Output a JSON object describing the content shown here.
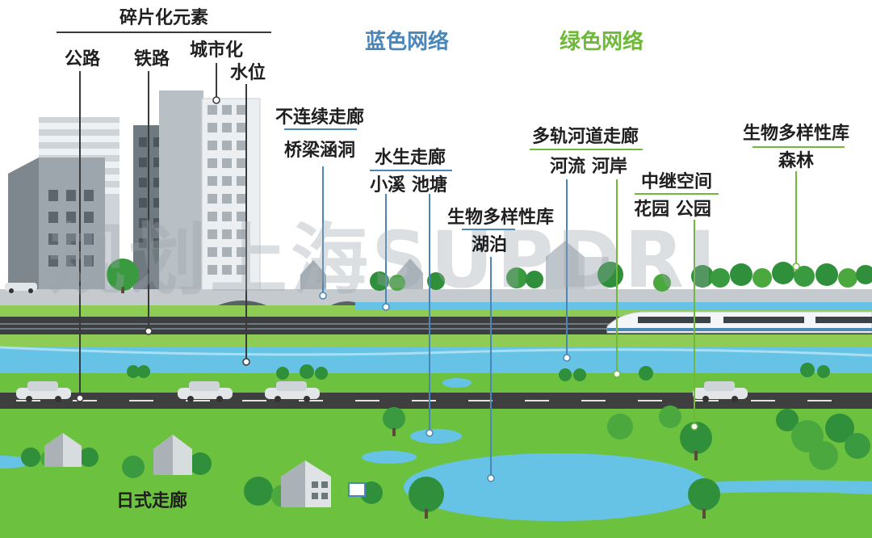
{
  "header": {
    "fragmented": "碎片化元素",
    "blue_network": "蓝色网络",
    "green_network": "绿色网络"
  },
  "fragment_labels": {
    "road": "公路",
    "railway": "铁路",
    "urbanization": "城市化",
    "water_level": "水位"
  },
  "blue_labels": {
    "discontinuous_corridor": "不连续走廊",
    "bridge_culvert": "桥梁涵洞",
    "aquatic_corridor": "水生走廊",
    "stream_pond": "小溪 池塘",
    "biodiversity_pool": "生物多样性库",
    "lake": "湖泊",
    "multi_track_corridor": "多轨河道走廊",
    "river_bank": "河流 河岸"
  },
  "green_labels": {
    "relay_space": "中继空间",
    "garden_park": "花园 公园",
    "biodiversity_pool": "生物多样性库",
    "forest": "森林",
    "japanese_corridor": "日式走廊"
  },
  "watermark": "规划上海SUPDRI",
  "colors": {
    "blue_accent": "#4a87b8",
    "green_accent": "#6fb83a",
    "grass": "#6cc23f",
    "water": "#66c3e6",
    "road": "#3f3f3f"
  }
}
